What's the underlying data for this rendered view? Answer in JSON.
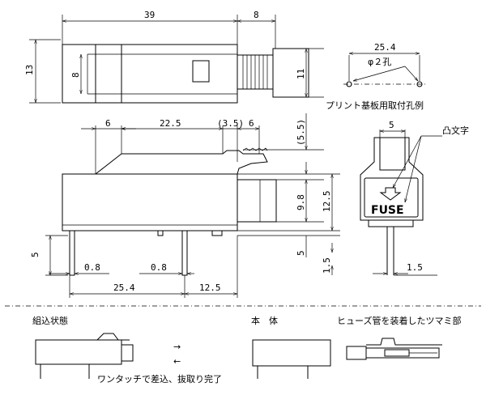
{
  "top_view": {
    "length": "39",
    "extension": "8",
    "height": "13",
    "inner_height": "8",
    "right_height": "11"
  },
  "pcb_layout": {
    "pitch": "25.4",
    "hole": "φ２孔",
    "caption": "プリント基板用取付孔例"
  },
  "side_view": {
    "dim_6a": "6",
    "dim_22_5": "22.5",
    "dim_3_5": "(3.5)",
    "dim_6b": "6",
    "dim_5_5": "(5.5)",
    "dim_9_8": "9.8",
    "dim_12_5": "12.5",
    "dim_5_left": "5",
    "dim_5_right": "5",
    "dim_1_5_v": "1.5",
    "dim_0_8a": "0.8",
    "dim_0_8b": "0.8",
    "dim_25_4": "25.4",
    "dim_12_5_h": "12.5"
  },
  "end_view": {
    "width": "5",
    "emboss_label": "凸文字",
    "fuse_text": "FUSE",
    "dim_1_5": "1.5"
  },
  "bottom": {
    "assembled_label": "組込状態",
    "body_label": "本　体",
    "knob_label": "ヒューズ管を装着したツマミ部",
    "caption": "ワンタッチで差込、抜取り完了",
    "arrow_right": "→",
    "arrow_left": "←"
  }
}
